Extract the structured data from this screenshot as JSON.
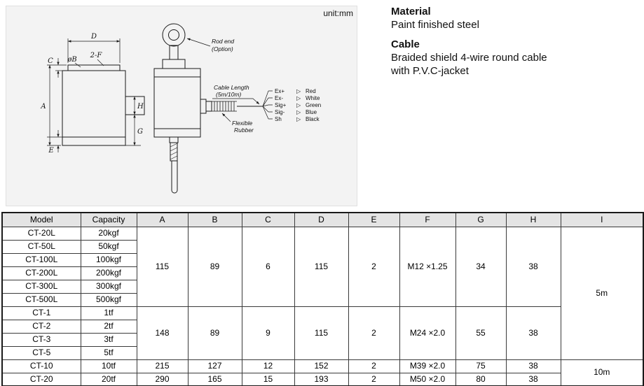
{
  "drawing": {
    "unit": "unit:mm",
    "dims": {
      "d": "D",
      "c": "C",
      "phi_b": "øB",
      "two_f": "2-F",
      "a": "A",
      "e": "E",
      "h": "H",
      "g": "G"
    },
    "notes": {
      "rod_end_line1": "Rod end",
      "rod_end_line2": "(Option)",
      "cable_len_line1": "Cable Length",
      "cable_len_line2": "(5m/10m)",
      "flex_line1": "Flexible",
      "flex_line2": "Rubber"
    },
    "wire_marker": "▷",
    "wires": [
      {
        "label": "Ex+",
        "color": "Red"
      },
      {
        "label": "Ex-",
        "color": "White"
      },
      {
        "label": "Sig+",
        "color": "Green"
      },
      {
        "label": "Sig-",
        "color": "Blue"
      },
      {
        "label": "Sh",
        "color": "Black"
      }
    ]
  },
  "info": {
    "material_heading": "Material",
    "material_body": "Paint finished steel",
    "cable_heading": "Cable",
    "cable_body_line1": "Braided shield 4-wire round cable",
    "cable_body_line2": "with P.V.C-jacket"
  },
  "table": {
    "headers": [
      "Model",
      "Capacity",
      "A",
      "B",
      "C",
      "D",
      "E",
      "F",
      "G",
      "H",
      "I"
    ],
    "rows": [
      {
        "model": "CT-20L",
        "capacity": "20kgf"
      },
      {
        "model": "CT-50L",
        "capacity": "50kgf"
      },
      {
        "model": "CT-100L",
        "capacity": "100kgf"
      },
      {
        "model": "CT-200L",
        "capacity": "200kgf"
      },
      {
        "model": "CT-300L",
        "capacity": "300kgf"
      },
      {
        "model": "CT-500L",
        "capacity": "500kgf"
      },
      {
        "model": "CT-1",
        "capacity": "1tf"
      },
      {
        "model": "CT-2",
        "capacity": "2tf"
      },
      {
        "model": "CT-3",
        "capacity": "3tf"
      },
      {
        "model": "CT-5",
        "capacity": "5tf"
      },
      {
        "model": "CT-10",
        "capacity": "10tf"
      },
      {
        "model": "CT-20",
        "capacity": "20tf"
      }
    ],
    "groups": {
      "g1": {
        "a": "115",
        "b": "89",
        "c": "6",
        "d": "115",
        "e": "2",
        "f": "M12 ×1.25",
        "g": "34",
        "h": "38"
      },
      "g2": {
        "a": "148",
        "b": "89",
        "c": "9",
        "d": "115",
        "e": "2",
        "f": "M24 ×2.0",
        "g": "55",
        "h": "38"
      },
      "g3": {
        "a": "215",
        "b": "127",
        "c": "12",
        "d": "152",
        "e": "2",
        "f": "M39 ×2.0",
        "g": "75",
        "h": "38"
      },
      "g4": {
        "a": "290",
        "b": "165",
        "c": "15",
        "d": "193",
        "e": "2",
        "f": "M50 ×2.0",
        "g": "80",
        "h": "38"
      }
    },
    "cable_lengths": [
      "5m",
      "10m"
    ]
  }
}
